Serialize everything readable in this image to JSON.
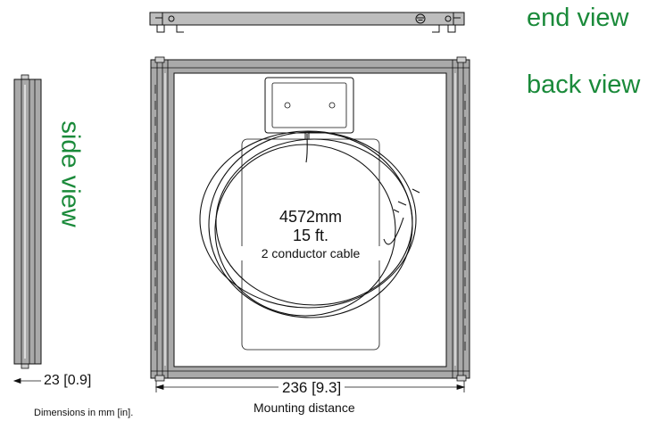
{
  "labels": {
    "end_view": "end view",
    "back_view": "back view",
    "side_view": "side view"
  },
  "cable": {
    "length_mm": "4572mm",
    "length_ft": "15 ft.",
    "description": "2 conductor cable"
  },
  "dimensions": {
    "depth": "23 [0.9]",
    "mounting_width": "236 [9.3]",
    "mounting_caption": "Mounting distance",
    "units_note": "Dimensions in mm [in]."
  },
  "colors": {
    "label_green": "#1a8a3a",
    "frame_gray": "#a9a9a9",
    "outline": "#111111"
  }
}
